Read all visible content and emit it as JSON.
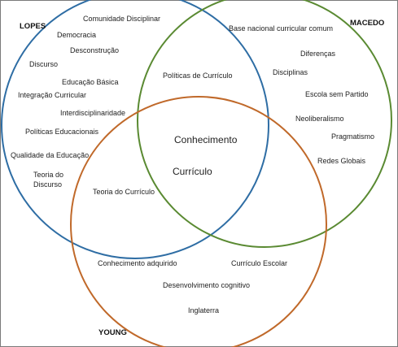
{
  "circles": {
    "lopes": {
      "title": "LOPES",
      "color": "#2e6da4",
      "terms": [
        "Comunidade Disciplinar",
        "Democracia",
        "Desconstrução",
        "Discurso",
        "Educação Básica",
        "Integração Curricular",
        "Interdisciplinaridade",
        "Políticas Educacionais",
        "Qualidade da Educação",
        "Teoria do",
        "Discurso"
      ]
    },
    "macedo": {
      "title": "MACEDO",
      "color": "#5a8a32",
      "terms": [
        "Base nacional curricular comum",
        "Diferenças",
        "Disciplinas",
        "Escola sem Partido",
        "Neoliberalismo",
        "Pragmatismo",
        "Redes Globais"
      ]
    },
    "young": {
      "title": "YOUNG",
      "color": "#c0692a",
      "terms": [
        "Conhecimento adquirido",
        "Currículo Escolar",
        "Desenvolvimento cognitivo",
        "Inglaterra"
      ]
    }
  },
  "overlaps": {
    "lopes_macedo": "Políticas de Currículo",
    "lopes_young": "Teoria do Currículo",
    "all_three": [
      "Conhecimento",
      "Currículo"
    ]
  }
}
